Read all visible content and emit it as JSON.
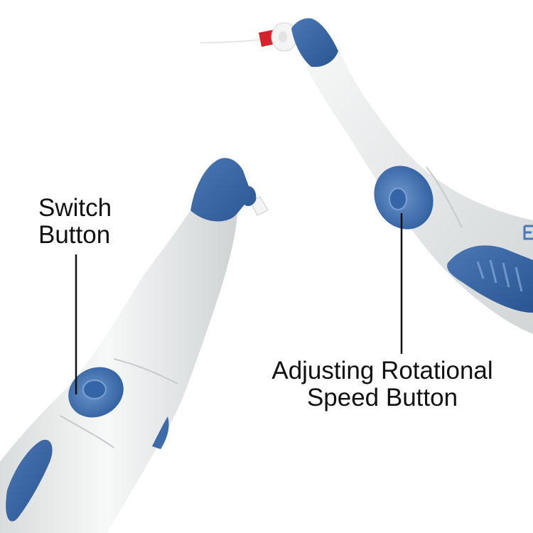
{
  "labels": {
    "switch_line1": "Switch",
    "switch_line2": "Button",
    "speed_line1": "Adjusting Rotational",
    "speed_line2": "Speed Button"
  },
  "colors": {
    "background": "#ffffff",
    "body_white": "#eef0ef",
    "accent_blue": "#2f5fa0",
    "accent_blue_light": "#5b86c1",
    "cup_red": "#d3232b",
    "leader_line": "#111111"
  }
}
